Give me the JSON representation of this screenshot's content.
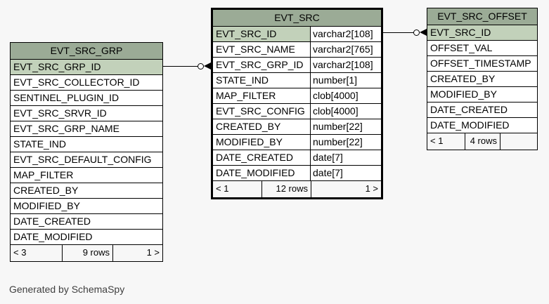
{
  "page": {
    "background": "#f7f7f7",
    "generator_note": "Generated by SchemaSpy"
  },
  "colors": {
    "table_header_bg": "#9bab96",
    "key_column_highlight_bg": "#c2d1ba",
    "row_bg": "#ffffff",
    "footer_bg": "#f7f7f7",
    "border": "#000000"
  },
  "tables": [
    {
      "name": "EVT_SRC_GRP",
      "emphasized": false,
      "columns": [
        {
          "name": "EVT_SRC_GRP_ID",
          "highlighted": true
        },
        {
          "name": "EVT_SRC_COLLECTOR_ID",
          "highlighted": false
        },
        {
          "name": "SENTINEL_PLUGIN_ID",
          "highlighted": false
        },
        {
          "name": "EVT_SRC_SRVR_ID",
          "highlighted": false
        },
        {
          "name": "EVT_SRC_GRP_NAME",
          "highlighted": false
        },
        {
          "name": "STATE_IND",
          "highlighted": false
        },
        {
          "name": "EVT_SRC_DEFAULT_CONFIG",
          "highlighted": false
        },
        {
          "name": "MAP_FILTER",
          "highlighted": false
        },
        {
          "name": "CREATED_BY",
          "highlighted": false
        },
        {
          "name": "MODIFIED_BY",
          "highlighted": false
        },
        {
          "name": "DATE_CREATED",
          "highlighted": false
        },
        {
          "name": "DATE_MODIFIED",
          "highlighted": false
        }
      ],
      "footer": {
        "left": "< 3",
        "center": "9 rows",
        "right": "1 >"
      }
    },
    {
      "name": "EVT_SRC",
      "emphasized": true,
      "columns": [
        {
          "name": "EVT_SRC_ID",
          "type": "varchar2[108]",
          "highlighted": true
        },
        {
          "name": "EVT_SRC_NAME",
          "type": "varchar2[765]",
          "highlighted": false
        },
        {
          "name": "EVT_SRC_GRP_ID",
          "type": "varchar2[108]",
          "highlighted": false
        },
        {
          "name": "STATE_IND",
          "type": "number[1]",
          "highlighted": false
        },
        {
          "name": "MAP_FILTER",
          "type": "clob[4000]",
          "highlighted": false
        },
        {
          "name": "EVT_SRC_CONFIG",
          "type": "clob[4000]",
          "highlighted": false
        },
        {
          "name": "CREATED_BY",
          "type": "number[22]",
          "highlighted": false
        },
        {
          "name": "MODIFIED_BY",
          "type": "number[22]",
          "highlighted": false
        },
        {
          "name": "DATE_CREATED",
          "type": "date[7]",
          "highlighted": false
        },
        {
          "name": "DATE_MODIFIED",
          "type": "date[7]",
          "highlighted": false
        }
      ],
      "footer": {
        "left": "< 1",
        "center": "12 rows",
        "right": "1 >"
      }
    },
    {
      "name": "EVT_SRC_OFFSET",
      "emphasized": false,
      "columns": [
        {
          "name": "EVT_SRC_ID",
          "highlighted": true
        },
        {
          "name": "OFFSET_VAL",
          "highlighted": false
        },
        {
          "name": "OFFSET_TIMESTAMP",
          "highlighted": false
        },
        {
          "name": "CREATED_BY",
          "highlighted": false
        },
        {
          "name": "MODIFIED_BY",
          "highlighted": false
        },
        {
          "name": "DATE_CREATED",
          "highlighted": false
        },
        {
          "name": "DATE_MODIFIED",
          "highlighted": false
        }
      ],
      "footer": {
        "left": "< 1",
        "center": "4 rows",
        "right": ""
      }
    }
  ],
  "relationships": [
    {
      "from": "EVT_SRC_GRP.EVT_SRC_GRP_ID",
      "to": "EVT_SRC.EVT_SRC_GRP_ID"
    },
    {
      "from": "EVT_SRC.EVT_SRC_ID",
      "to": "EVT_SRC_OFFSET.EVT_SRC_ID"
    }
  ]
}
